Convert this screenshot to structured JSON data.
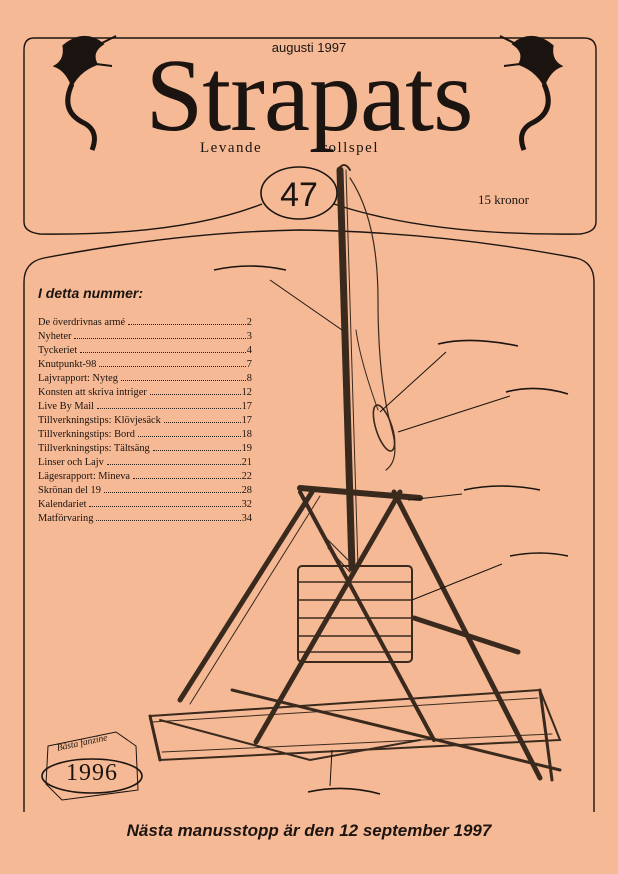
{
  "issue": {
    "date": "augusti 1997",
    "masthead": "Strapats",
    "tagline_left": "Levande",
    "tagline_right": "rollspel",
    "number": "47",
    "price": "15 kronor"
  },
  "toc": {
    "heading": "I detta nummer:",
    "items": [
      {
        "title": "De överdrivnas armé",
        "page": "2"
      },
      {
        "title": "Nyheter",
        "page": "3"
      },
      {
        "title": "Tyckeriet",
        "page": "4"
      },
      {
        "title": "Knutpunkt-98",
        "page": "7"
      },
      {
        "title": "Lajvrapport: Nyteg",
        "page": "8"
      },
      {
        "title": "Konsten att skriva intriger",
        "page": "12"
      },
      {
        "title": "Live By Mail",
        "page": "17"
      },
      {
        "title": "Tillverkningstips: Klövjesäck",
        "page": "17"
      },
      {
        "title": "Tillverkningstips: Bord",
        "page": "18"
      },
      {
        "title": "Tillverkningstips: Tältsäng",
        "page": "19"
      },
      {
        "title": "Linser och Lajv",
        "page": "21"
      },
      {
        "title": "Lägesrapport: Mineva",
        "page": "22"
      },
      {
        "title": "Skrönan del 19",
        "page": "28"
      },
      {
        "title": "Kalendariet",
        "page": "32"
      },
      {
        "title": "Matförvaring",
        "page": "34"
      }
    ]
  },
  "award": {
    "label": "Bästa fanzine",
    "year": "1996"
  },
  "footer": {
    "note": "Nästa manusstopp är den 12 september 1997"
  }
}
